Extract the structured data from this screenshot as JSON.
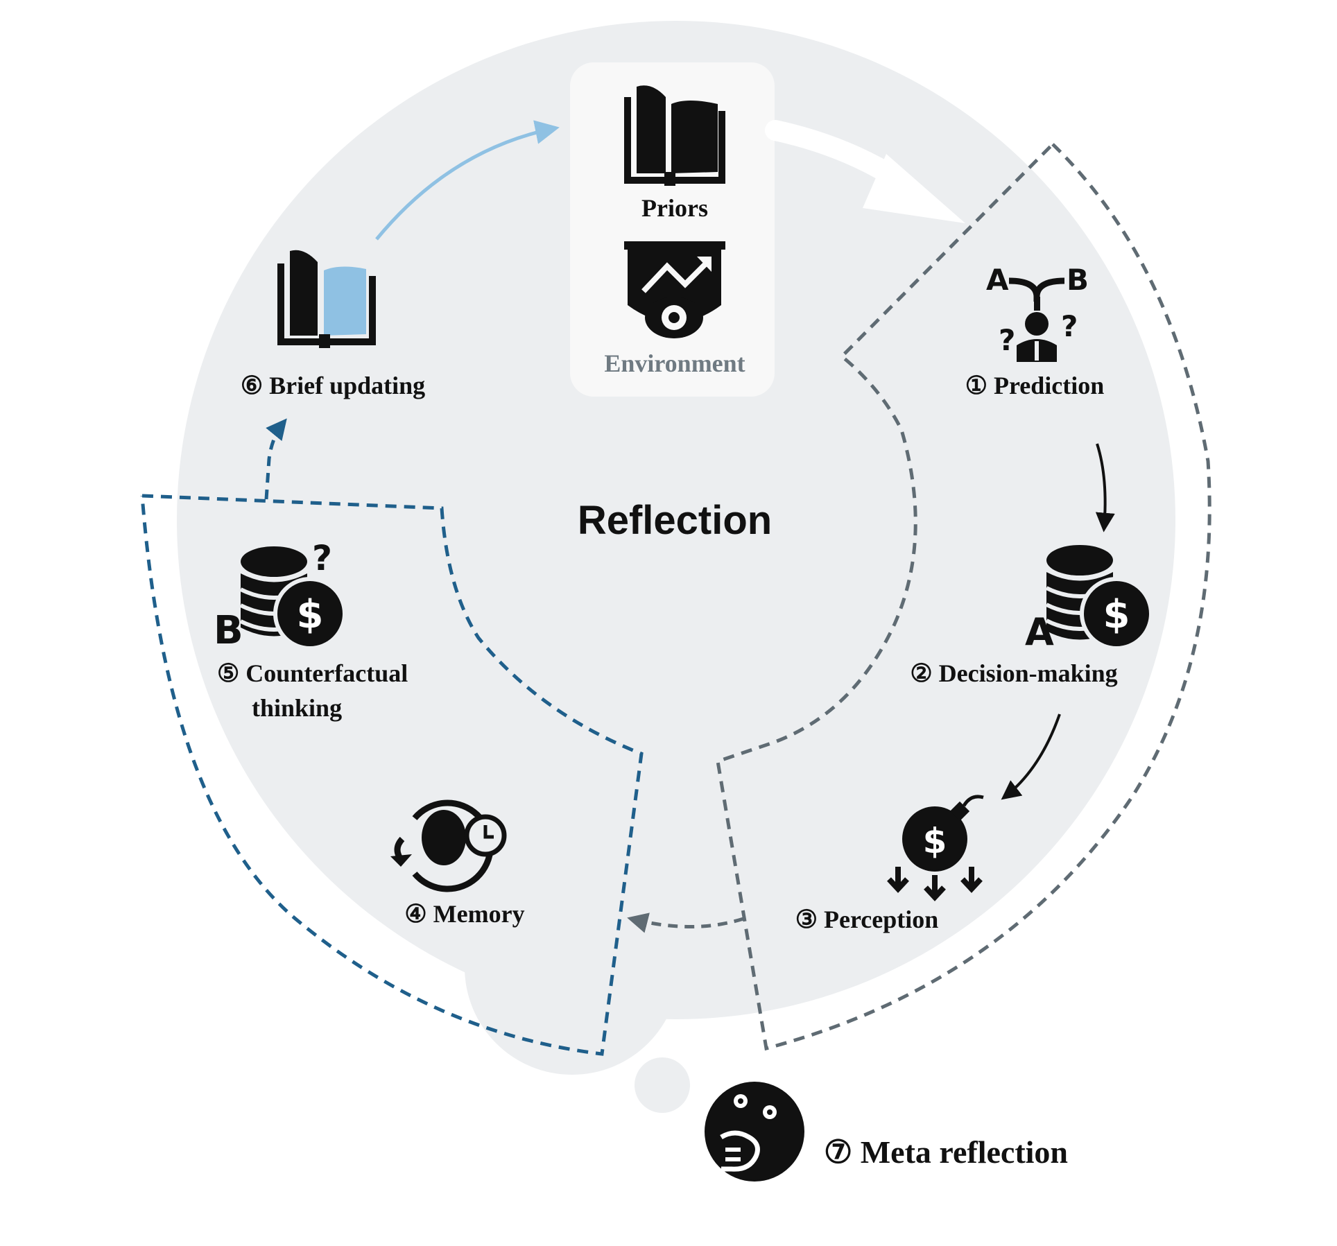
{
  "diagram": {
    "center_title": "Reflection",
    "nodes": {
      "priors": {
        "label": "Priors",
        "icon": "book-icon"
      },
      "environment": {
        "label": "Environment",
        "icon": "trend-eye-icon"
      },
      "prediction": {
        "label": "① Prediction",
        "icon": "choice-person-icon"
      },
      "decision_making": {
        "label": "② Decision-making",
        "icon": "coins-dollar-icon"
      },
      "perception": {
        "label": "③ Perception",
        "icon": "money-bomb-icon"
      },
      "memory": {
        "label": "④ Memory",
        "icon": "brain-clock-icon"
      },
      "counterfactual": {
        "label_line1": "⑤ Counterfactual",
        "label_line2": "thinking",
        "icon": "coins-question-icon"
      },
      "brief_updating": {
        "label": "⑥ Brief updating",
        "icon": "open-book-icon"
      },
      "meta_reflection": {
        "label": "⑦ Meta reflection",
        "icon": "thinking-face-icon"
      }
    },
    "icon_letters": {
      "a": "A",
      "b": "B",
      "question": "?",
      "dollar": "$"
    },
    "colors": {
      "circle_fill": "#eceef0",
      "box_fill": "#f8f8f8",
      "gray_dash": "#5f6b73",
      "blue_dash": "#1f5f8b",
      "light_blue_arrow": "#8fc1e3",
      "book_accent": "#8fc1e3",
      "white_arrow": "#ffffff",
      "text": "#111111",
      "env_text": "#6f7a82"
    }
  }
}
